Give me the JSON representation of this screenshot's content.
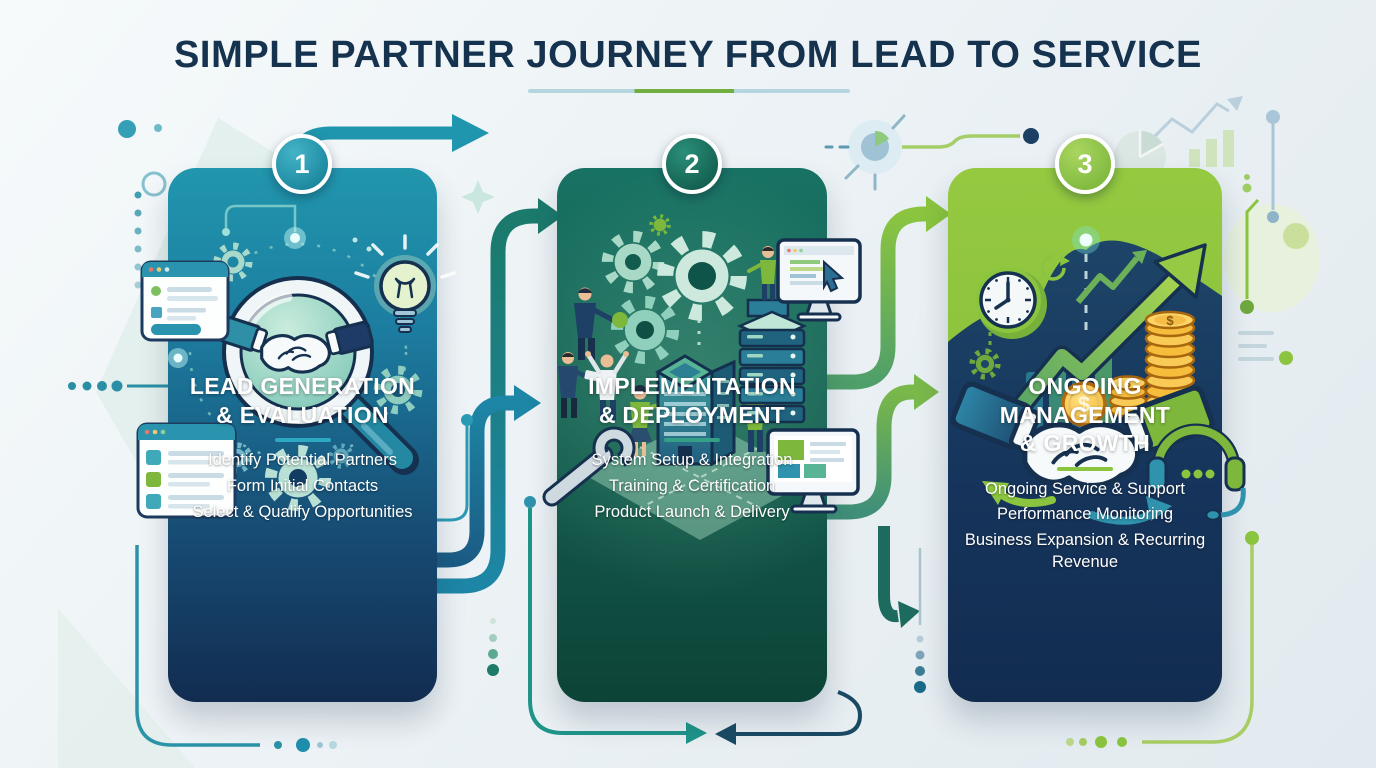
{
  "header": {
    "title": "SIMPLE PARTNER JOURNEY FROM LEAD TO SERVICE"
  },
  "colors": {
    "navy": "#15324f",
    "teal": "#1f8fae",
    "dark_green": "#11574a",
    "green": "#8bc53f",
    "gold": "#f6bd3d",
    "background": "#eef3f6"
  },
  "currency_symbol": "$",
  "panels": [
    {
      "number": "1",
      "title_line1": "LEAD GENERATION",
      "title_line2": "& EVALUATION",
      "accent": "#2fa8c4",
      "items": [
        "Identify Potential Partners",
        "Form Initial Contacts",
        "Select & Qualify Opportunities"
      ],
      "illustration_icons": [
        "browser-window",
        "gear",
        "magnifier",
        "handshake",
        "lightbulb"
      ]
    },
    {
      "number": "2",
      "title_line1": "IMPLEMENTATION",
      "title_line2": "& DEPLOYMENT",
      "accent": "#35a086",
      "items": [
        "System Setup & Integration",
        "Training & Certification",
        "Product Launch & Delivery"
      ],
      "illustration_icons": [
        "gears",
        "team",
        "building",
        "server-rack",
        "monitor",
        "wrench"
      ]
    },
    {
      "number": "3",
      "title_line1": "ONGOING MANAGEMENT",
      "title_line2": "& GROWTH",
      "accent": "#8bc53f",
      "items": [
        "Ongoing Service & Support",
        "Performance Monitoring",
        "Business Expansion & Recurring Revenue"
      ],
      "illustration_icons": [
        "clock",
        "growth-arrow",
        "bar-chart",
        "coin-stack",
        "handshake",
        "headset"
      ]
    }
  ]
}
